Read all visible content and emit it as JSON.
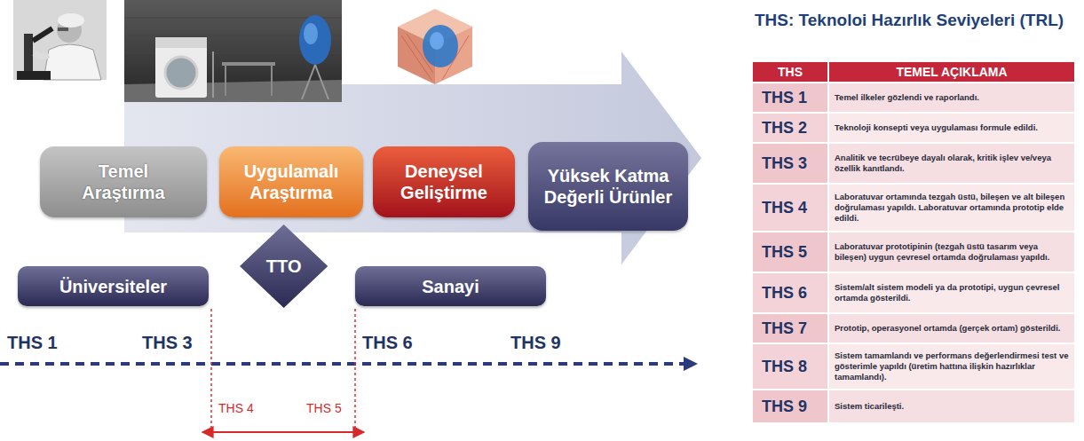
{
  "diagram": {
    "title": "THS: Teknoloi Hazırlık Seviyeleri (TRL)",
    "nodes": [
      {
        "text": [
          "Temel Araştırma"
        ]
      },
      {
        "text": [
          "Uygulamalı Araştırma"
        ]
      },
      {
        "text": [
          "Deneysel Geliştirme"
        ]
      },
      {
        "text": [
          "Yüksek Katma Değerli Ürünler"
        ]
      },
      {
        "text": [
          "Üniversiteler"
        ]
      },
      {
        "text": [
          "TTO"
        ]
      },
      {
        "text": [
          "Sanayi"
        ]
      }
    ],
    "labels": [
      "THS 1",
      "THS 3",
      "THS 6",
      "THS 9",
      "THS 4",
      "THS 5",
      "THS",
      "TEMEL AÇIKLAMA",
      "THS 1",
      "Temel ilkeler gözlendi ve raporlandı.",
      "THS 2",
      "Teknoloji konsepti veya uygulaması formule edildi.",
      "THS 3",
      "Analitik ve tecrübeye dayalı olarak, kritik işlev ve/veya özellik kanıtlandı.",
      "THS 4",
      "Laboratuvar ortamında tezgah üstü, bileşen ve alt bileşen doğrulaması yapıldı. Laboratuvar ortamında prototip elde edildi.",
      "THS 5",
      "Laboratuvar prototipinin (tezgah üstü tasarım veya bileşen) uygun çevresel ortamda doğrulaması yapıldı.",
      "THS 6",
      "Sistem/alt sistem modeli ya da prototipi, uygun çevresel ortamda gösterildi.",
      "THS 7",
      "Prototip, operasyonel ortamda (gerçek ortam) gösterildi.",
      "THS 8",
      "Sistem tamamlandı ve performans değerlendirmesi test ve gösterimle yapıldı (üretim hattına ilişkin hazırlıklar tamamlandı).",
      "THS 9",
      "Sistem ticarileşti."
    ]
  }
}
